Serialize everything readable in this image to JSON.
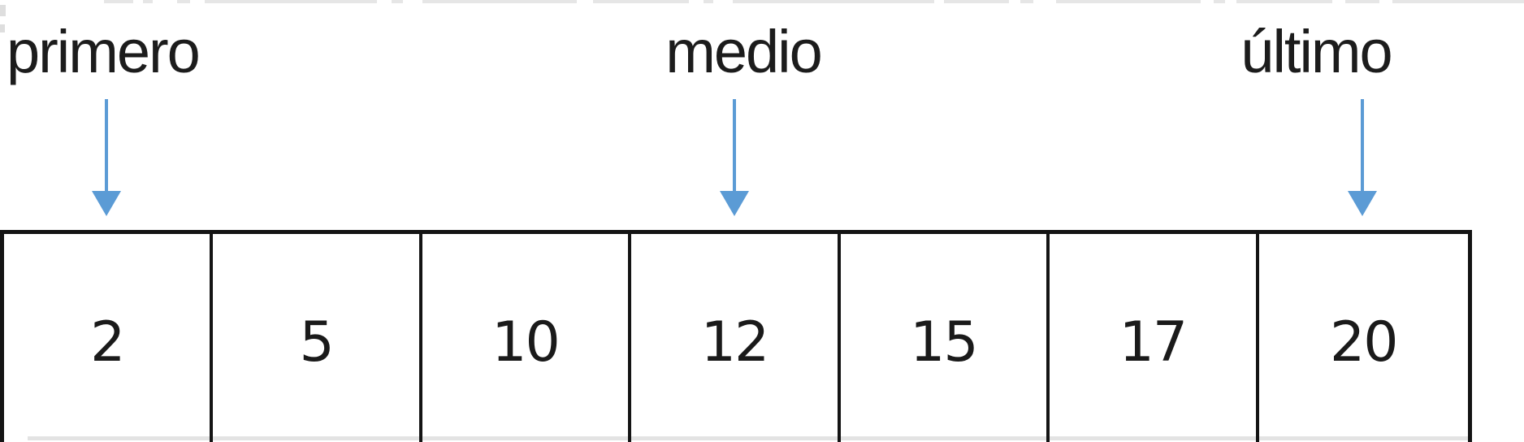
{
  "diagram": {
    "pointers": [
      {
        "label": "primero",
        "target_cell_index": 0,
        "points_to_value": "2"
      },
      {
        "label": "medio",
        "target_cell_index": 3,
        "points_to_value": "12"
      },
      {
        "label": "último",
        "target_cell_index": 6,
        "points_to_value": "20"
      }
    ],
    "array_cells": [
      "2",
      "5",
      "10",
      "12",
      "15",
      "17",
      "20"
    ],
    "icons": {
      "arrow_icon": "down-arrow"
    },
    "colors": {
      "arrow": "#5B9BD5",
      "line": "#141414",
      "text": "#1a1a1a"
    }
  }
}
